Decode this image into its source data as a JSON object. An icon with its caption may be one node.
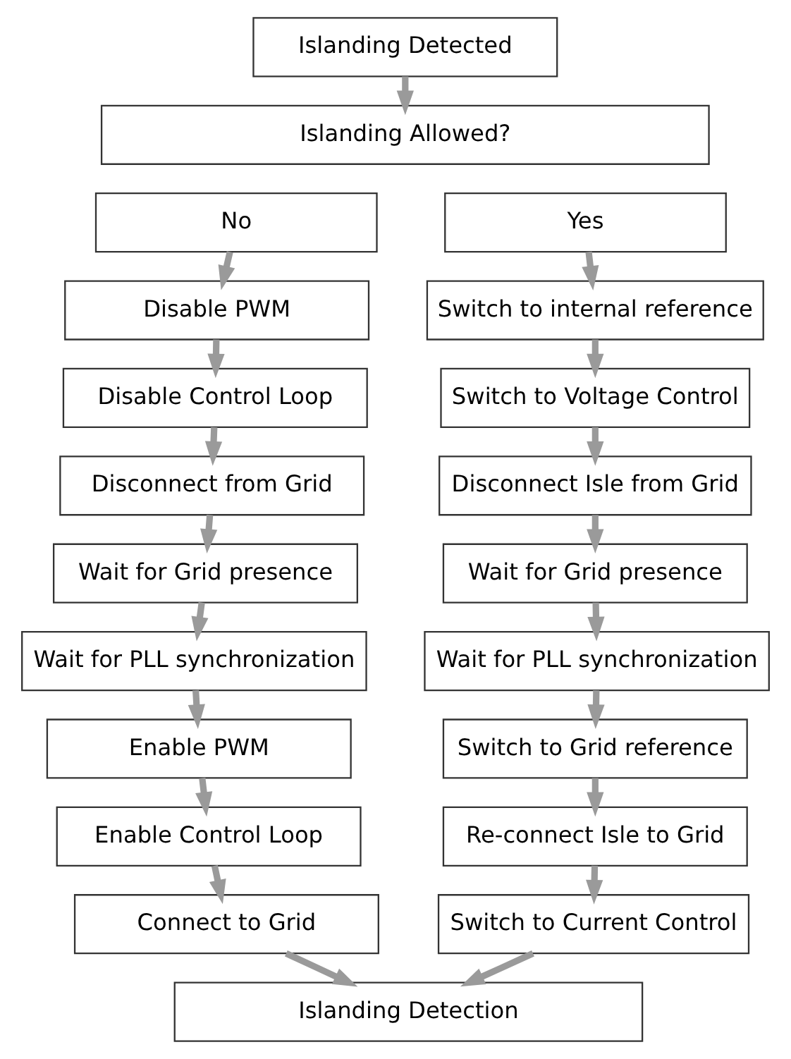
{
  "diagram": {
    "nodes": [
      {
        "text": [
          "Islanding Detected"
        ]
      },
      {
        "text": [
          "Islanding Allowed?"
        ]
      },
      {
        "text": [
          "No"
        ]
      },
      {
        "text": [
          "Yes"
        ]
      },
      {
        "text": [
          "Disable PWM"
        ]
      },
      {
        "text": [
          "Disable Control Loop"
        ]
      },
      {
        "text": [
          "Disconnect from Grid"
        ]
      },
      {
        "text": [
          "Wait for Grid presence"
        ]
      },
      {
        "text": [
          "Wait for PLL synchronization"
        ]
      },
      {
        "text": [
          "Enable PWM"
        ]
      },
      {
        "text": [
          "Enable Control Loop"
        ]
      },
      {
        "text": [
          "Connect to Grid"
        ]
      },
      {
        "text": [
          "Switch to internal reference"
        ]
      },
      {
        "text": [
          "Switch to Voltage Control"
        ]
      },
      {
        "text": [
          "Disconnect Isle from Grid"
        ]
      },
      {
        "text": [
          "Wait for Grid presence"
        ]
      },
      {
        "text": [
          "Wait for PLL synchronization"
        ]
      },
      {
        "text": [
          "Switch to Grid reference"
        ]
      },
      {
        "text": [
          "Re-connect Isle to Grid"
        ]
      },
      {
        "text": [
          "Switch to Current Control"
        ]
      },
      {
        "text": [
          "Islanding Detection"
        ]
      }
    ],
    "edges": [
      {
        "from": 0,
        "to": 1,
        "arrow": "to"
      },
      {
        "from": 2,
        "to": 4,
        "arrow": "to"
      },
      {
        "from": 4,
        "to": 5,
        "arrow": "to"
      },
      {
        "from": 5,
        "to": 6,
        "arrow": "to"
      },
      {
        "from": 6,
        "to": 7,
        "arrow": "to"
      },
      {
        "from": 7,
        "to": 8,
        "arrow": "to"
      },
      {
        "from": 8,
        "to": 9,
        "arrow": "to"
      },
      {
        "from": 9,
        "to": 10,
        "arrow": "to"
      },
      {
        "from": 10,
        "to": 11,
        "arrow": "to"
      },
      {
        "from": 11,
        "to": 20,
        "arrow": "to"
      },
      {
        "from": 3,
        "to": 12,
        "arrow": "to"
      },
      {
        "from": 12,
        "to": 13,
        "arrow": "to"
      },
      {
        "from": 13,
        "to": 14,
        "arrow": "to"
      },
      {
        "from": 14,
        "to": 15,
        "arrow": "to"
      },
      {
        "from": 15,
        "to": 16,
        "arrow": "to"
      },
      {
        "from": 16,
        "to": 17,
        "arrow": "to"
      },
      {
        "from": 17,
        "to": 18,
        "arrow": "to"
      },
      {
        "from": 18,
        "to": 19,
        "arrow": "to"
      },
      {
        "from": 19,
        "to": 20,
        "arrow": "to"
      }
    ]
  }
}
